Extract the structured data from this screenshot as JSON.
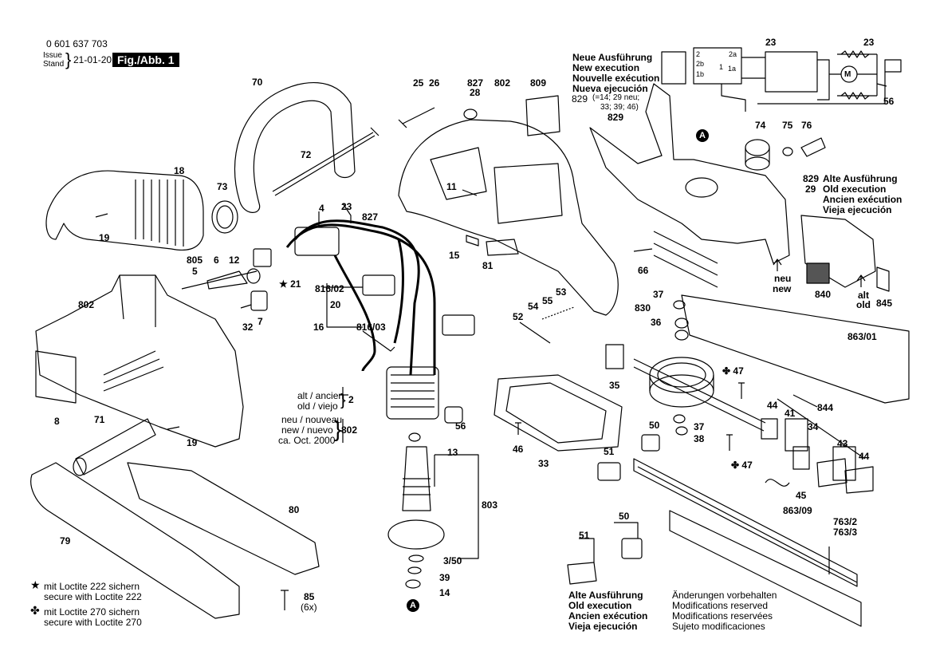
{
  "header": {
    "part_number": "0 601 637 703",
    "issue_label": "Issue",
    "stand_label": "Stand",
    "date": "21-01-20",
    "figure_label": "Fig./Abb. 1"
  },
  "new_execution": {
    "lines": [
      "Neue Ausführung",
      "New execution",
      "Nouvelle exécution",
      "Nueva ejecución"
    ],
    "ref": "829",
    "ref_note_1": "(=14; 29 neu;",
    "ref_note_2": "33; 39; 46)"
  },
  "old_execution_right": {
    "num1": "829",
    "num2": "29",
    "lines": [
      "Alte Ausführung",
      "Old execution",
      "Ancien exécution",
      "Vieja ejecución"
    ]
  },
  "old_execution_bottom": {
    "lines": [
      "Alte Ausführung",
      "Old execution",
      "Ancien exécution",
      "Vieja ejecución"
    ]
  },
  "changes_note": {
    "lines": [
      "Änderungen vorbehalten",
      "Modifications reserved",
      "Modifications reservées",
      "Sujeto modificaciones"
    ]
  },
  "variant_notes": {
    "alt_ancien": "alt / ancien",
    "old_viejo": "old / viejo",
    "ref_alt": "2",
    "neu_nouveau": "neu / nouveau",
    "new_nuevo": "new / nuevo",
    "ca_oct": "ca. Oct. 2000",
    "ref_new": "802",
    "neu": "neu",
    "new": "new",
    "alt": "alt",
    "old": "old"
  },
  "legend": {
    "loctite222_de": "mit Loctite 222 sichern",
    "loctite222_en": "secure with Loctite 222",
    "loctite270_de": "mit Loctite 270 sichern",
    "loctite270_en": "secure with Loctite 270",
    "star_symbol": "★",
    "clover_symbol": "✤"
  },
  "schematic": {
    "label_2a": "2a",
    "label_2b": "2b",
    "label_1": "1",
    "label_1a": "1a",
    "label_1b": "1b",
    "label_2": "2",
    "motor": "M",
    "ref_23a": "23",
    "ref_23b": "23",
    "ref_56": "56"
  },
  "callout_A1": "A",
  "callout_A2": "A",
  "labels": {
    "p70": "70",
    "p72": "72",
    "p73": "73",
    "p18": "18",
    "p19a": "19",
    "p805": "805",
    "p5": "5",
    "p6": "6",
    "p12": "12",
    "p4": "4",
    "p23": "23",
    "p21": "21",
    "p32": "32",
    "p7": "7",
    "p827a": "827",
    "p816_02": "816/02",
    "p20": "20",
    "p16": "16",
    "p816_03": "816/03",
    "p25": "25",
    "p26": "26",
    "p827b": "827",
    "p28": "28",
    "p802a": "802",
    "p809": "809",
    "p11": "11",
    "p15": "15",
    "p81": "81",
    "p53": "53",
    "p55": "55",
    "p54": "54",
    "p52": "52",
    "p802b": "802",
    "p8": "8",
    "p71": "71",
    "p19b": "19",
    "p80": "80",
    "p79": "79",
    "p85": "85",
    "p6x": "(6x)",
    "p56": "56",
    "p46": "46",
    "p33": "33",
    "p13": "13",
    "p803": "803",
    "p3_50": "3/50",
    "p39": "39",
    "p14": "14",
    "p829a": "829",
    "p74": "74",
    "p75": "75",
    "p76": "76",
    "p66": "66",
    "p37a": "37",
    "p830": "830",
    "p36": "36",
    "p840": "840",
    "p845": "845",
    "p863_01": "863/01",
    "p35": "35",
    "p47a": "47",
    "p37b": "37",
    "p38": "38",
    "p47b": "47",
    "p50a": "50",
    "p51a": "51",
    "p844": "844",
    "p44a": "44",
    "p41": "41",
    "p34": "34",
    "p43": "43",
    "p44b": "44",
    "p45": "45",
    "p863_09": "863/09",
    "p763_2": "763/2",
    "p763_3": "763/3",
    "p50b": "50",
    "p51b": "51"
  }
}
